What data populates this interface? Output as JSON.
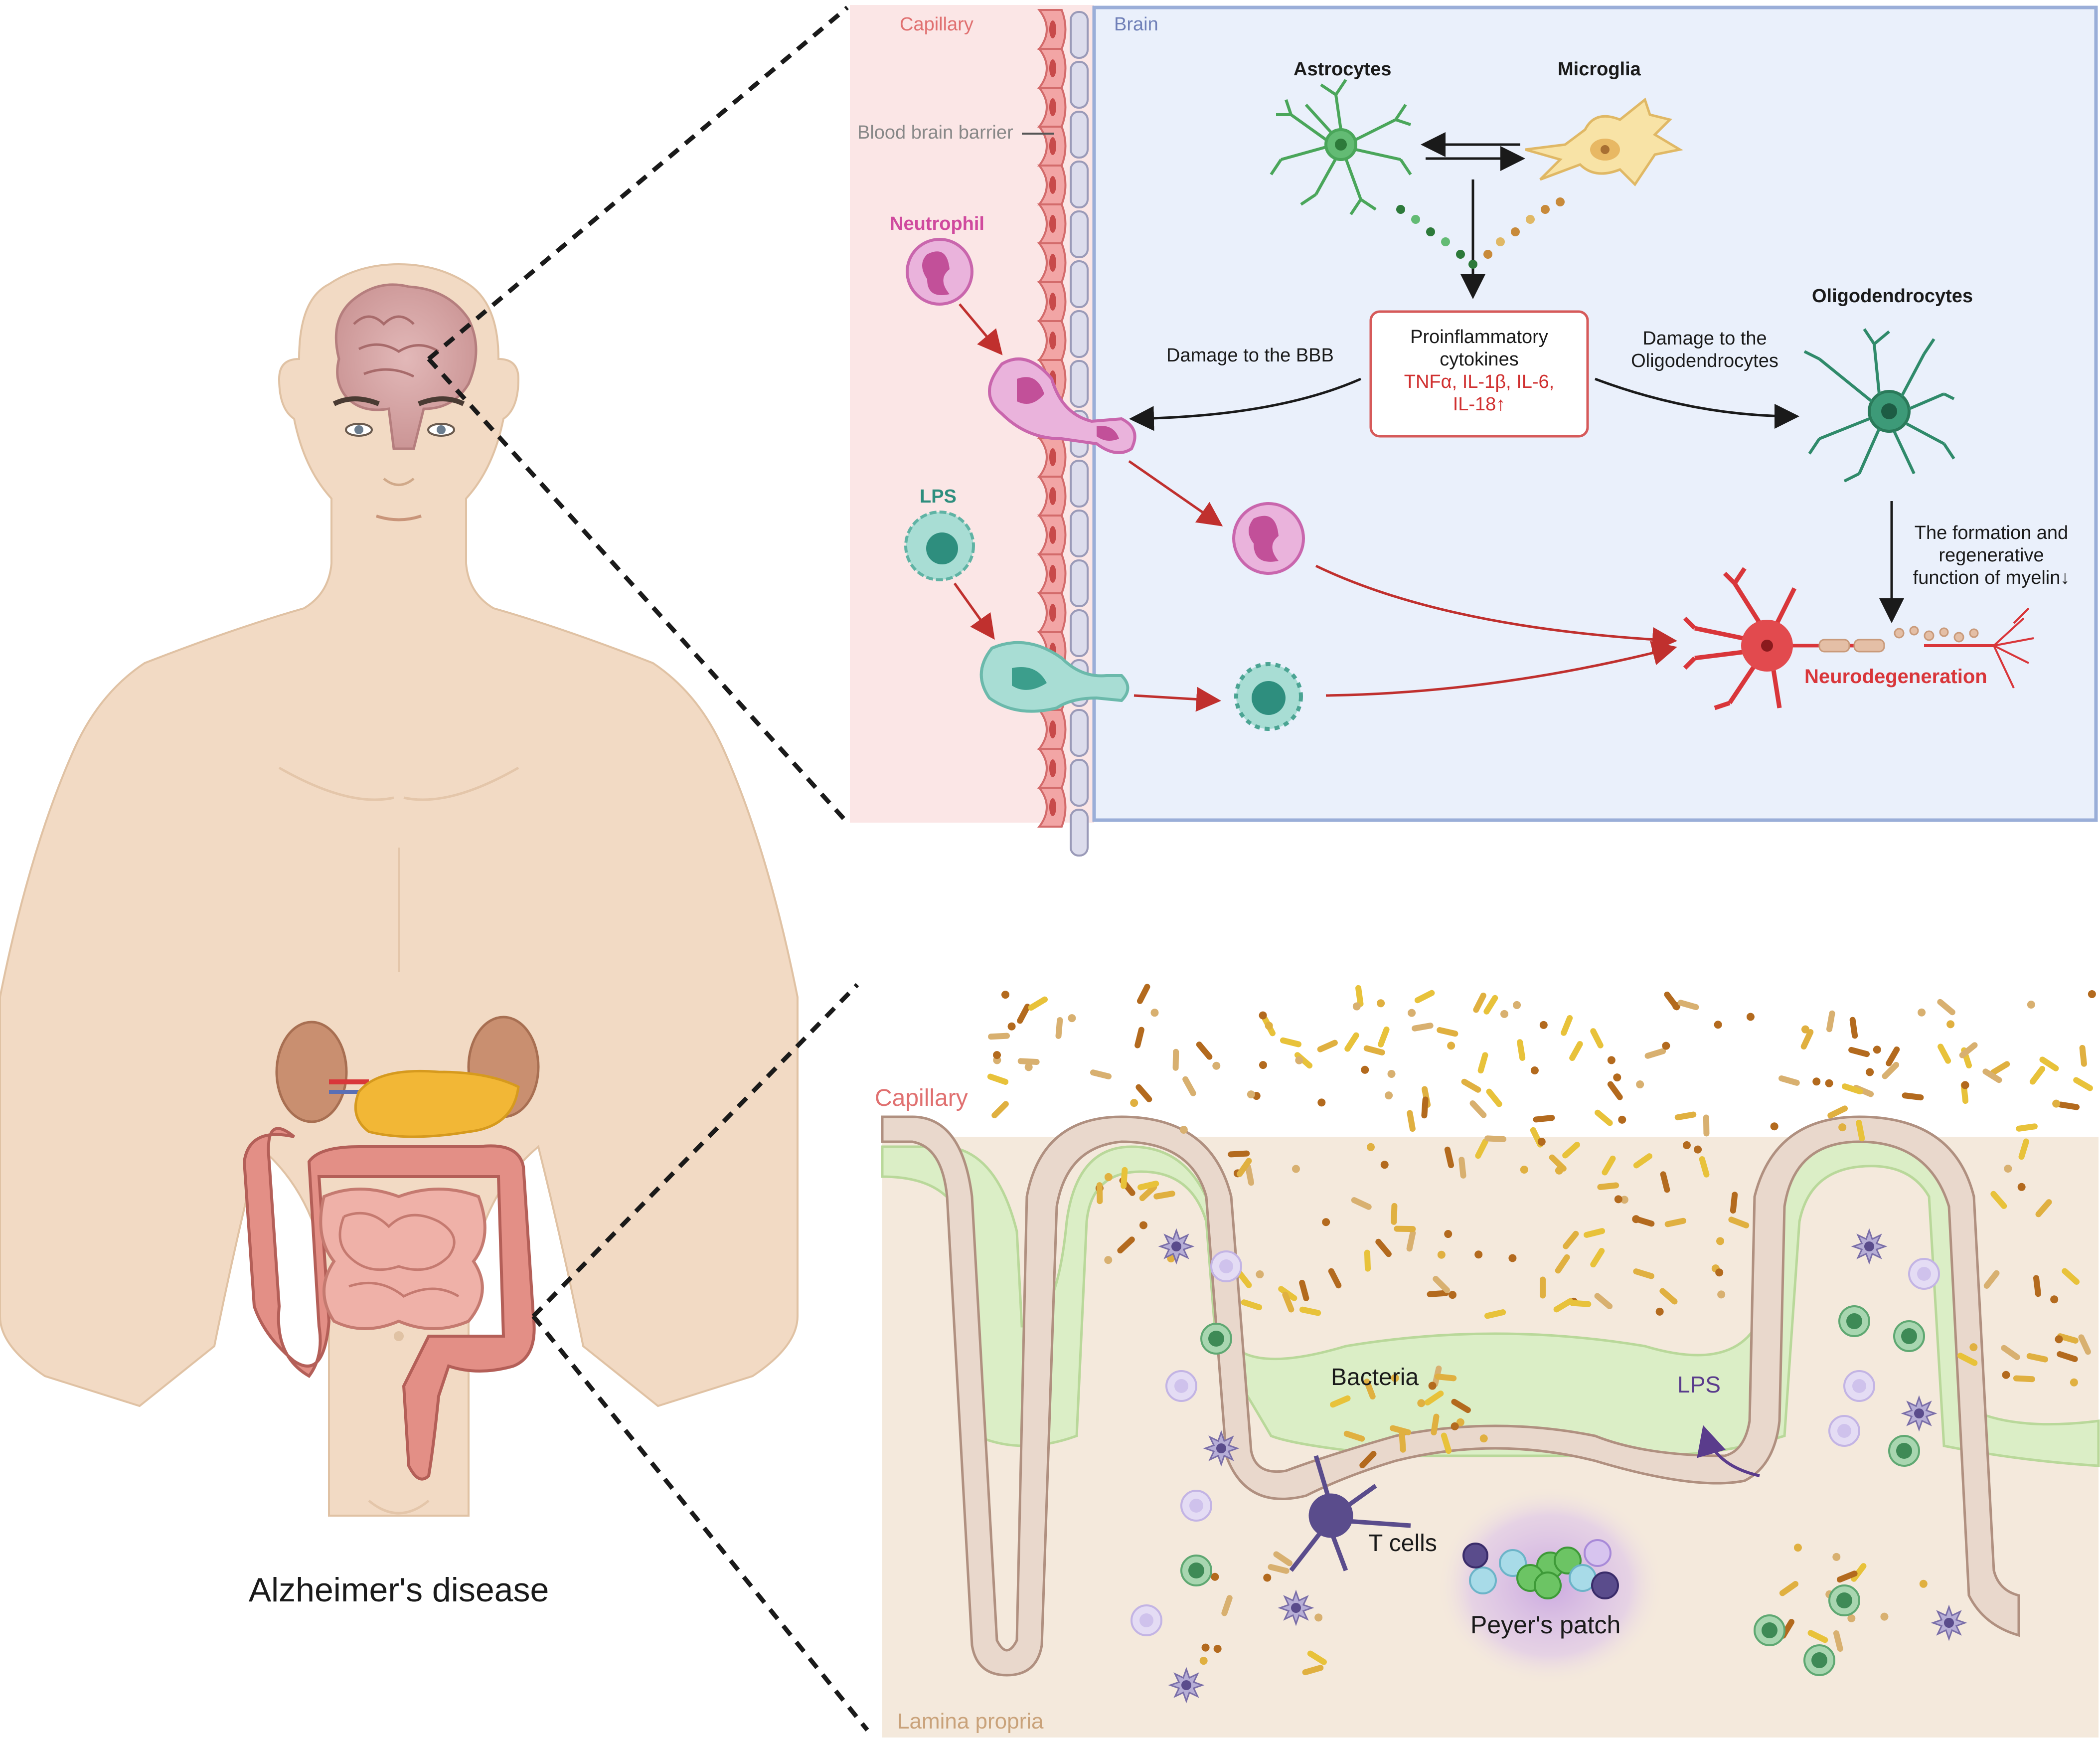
{
  "title": "Alzheimer's disease",
  "brain_panel": {
    "region_capillary": "Capillary",
    "region_brain": "Brain",
    "bbb_label": "Blood brain barrier",
    "neutrophil_label": "Neutrophil",
    "lps_label": "LPS",
    "astrocytes_label": "Astrocytes",
    "microglia_label": "Microglia",
    "oligodendrocytes_label": "Oligodendrocytes",
    "cytokine_box": {
      "line1": "Proinflammatory",
      "line2": "cytokines",
      "line3": "TNFα, IL-1β, IL-6,",
      "line4": "IL-18↑"
    },
    "damage_bbb": "Damage to the BBB",
    "damage_oligo_line1": "Damage to the",
    "damage_oligo_line2": "Oligodendrocytes",
    "myelin_line1": "The formation and",
    "myelin_line2": "regenerative",
    "myelin_line3": "function of myelin↓",
    "neurodegeneration": "Neurodegeneration"
  },
  "gut_panel": {
    "capillary_label": "Capillary",
    "bacteria_label": "Bacteria",
    "lps_label": "LPS",
    "tcells_label": "T cells",
    "peyers_patch_label": "Peyer's patch",
    "lamina_propria_label": "Lamina propria"
  },
  "colors": {
    "capillary_bg": "#fbe6e6",
    "brain_bg": "#eaf0fb",
    "brain_border": "#9aaed8",
    "capillary_text": "#e07070",
    "neutrophil": "#d04a9e",
    "lps_teal": "#2e8e7e",
    "cytokine_red": "#d03030",
    "neuron_red": "#d9363a",
    "arrow_red": "#c0302e",
    "gut_bg": "#f4e9dc",
    "mucus_green": "#dbeec6",
    "lps_purple": "#5a3c8c"
  }
}
